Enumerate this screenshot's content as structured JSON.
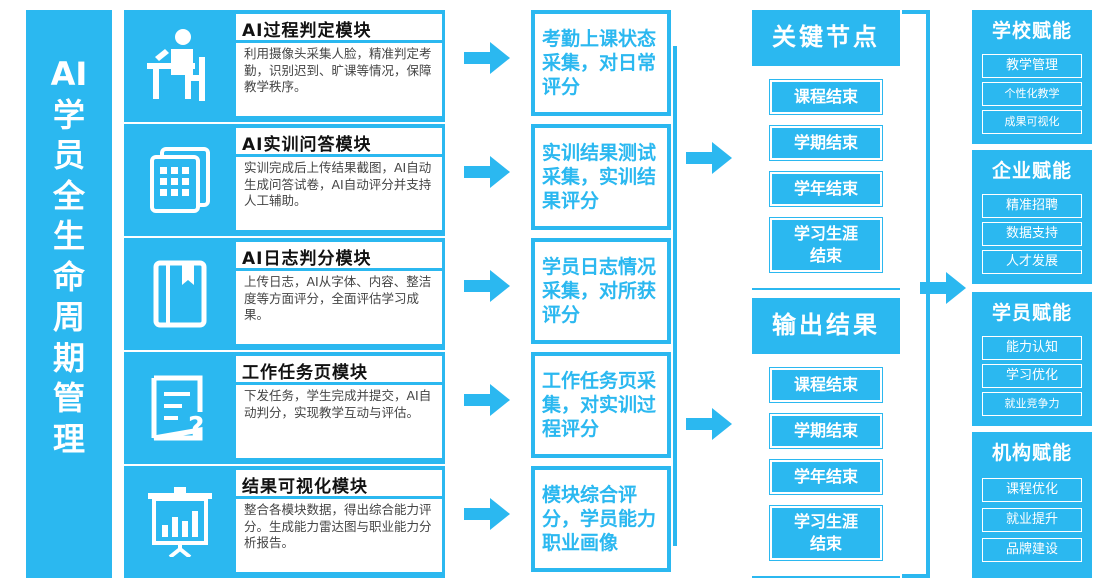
{
  "title_chars": [
    "AI",
    "学",
    "员",
    "全",
    "生",
    "命",
    "周",
    "期",
    "管",
    "理"
  ],
  "modules": [
    {
      "title": "AI过程判定模块",
      "desc": "利用摄像头采集人脸，精准判定考勤，识别迟到、旷课等情况，保障教学秩序。",
      "icon": "student-at-desk-icon"
    },
    {
      "title": "AI实训问答模块",
      "desc": "实训完成后上传结果截图，AI自动生成问答试卷，AI自动评分并支持人工辅助。",
      "icon": "quiz-sheet-icon"
    },
    {
      "title": "AI日志判分模块",
      "desc": "上传日志，AI从字体、内容、整洁度等方面评分，全面评估学习成果。",
      "icon": "notebook-icon"
    },
    {
      "title": "工作任务页模块",
      "desc": "下发任务，学生完成并提交，AI自动判分，实现教学互动与评估。",
      "icon": "task-question-icon"
    },
    {
      "title": "结果可视化模块",
      "desc": "整合各模块数据，得出综合能力评分。生成能力雷达图与职业能力分析报告。",
      "icon": "bar-chart-board-icon"
    }
  ],
  "collections": [
    "考勤上课状态采集，对日常评分",
    "实训结果测试采集，实训结果评分",
    "学员日志情况采集，对所获评分",
    "工作任务页采集，对实训过程评分",
    "模块综合评分，学员能力职业画像"
  ],
  "key_nodes": {
    "title": "关键节点",
    "items": [
      "课程结束",
      "学期结束",
      "学年结束",
      "学习生涯结束"
    ]
  },
  "outputs": {
    "title": "输出结果",
    "items": [
      "课程结束",
      "学期结束",
      "学年结束",
      "学习生涯结束"
    ]
  },
  "empowerment": [
    {
      "title": "学校赋能",
      "items": [
        "教学管理",
        "个性化教学",
        "成果可视化"
      ]
    },
    {
      "title": "企业赋能",
      "items": [
        "精准招聘",
        "数据支持",
        "人才发展"
      ]
    },
    {
      "title": "学员赋能",
      "items": [
        "能力认知",
        "学习优化",
        "就业竞争力"
      ]
    },
    {
      "title": "机构赋能",
      "items": [
        "课程优化",
        "就业提升",
        "品牌建设"
      ]
    }
  ],
  "colors": {
    "accent": "#2bb8f0",
    "text_dark": "#111111",
    "text_body": "#444444"
  }
}
